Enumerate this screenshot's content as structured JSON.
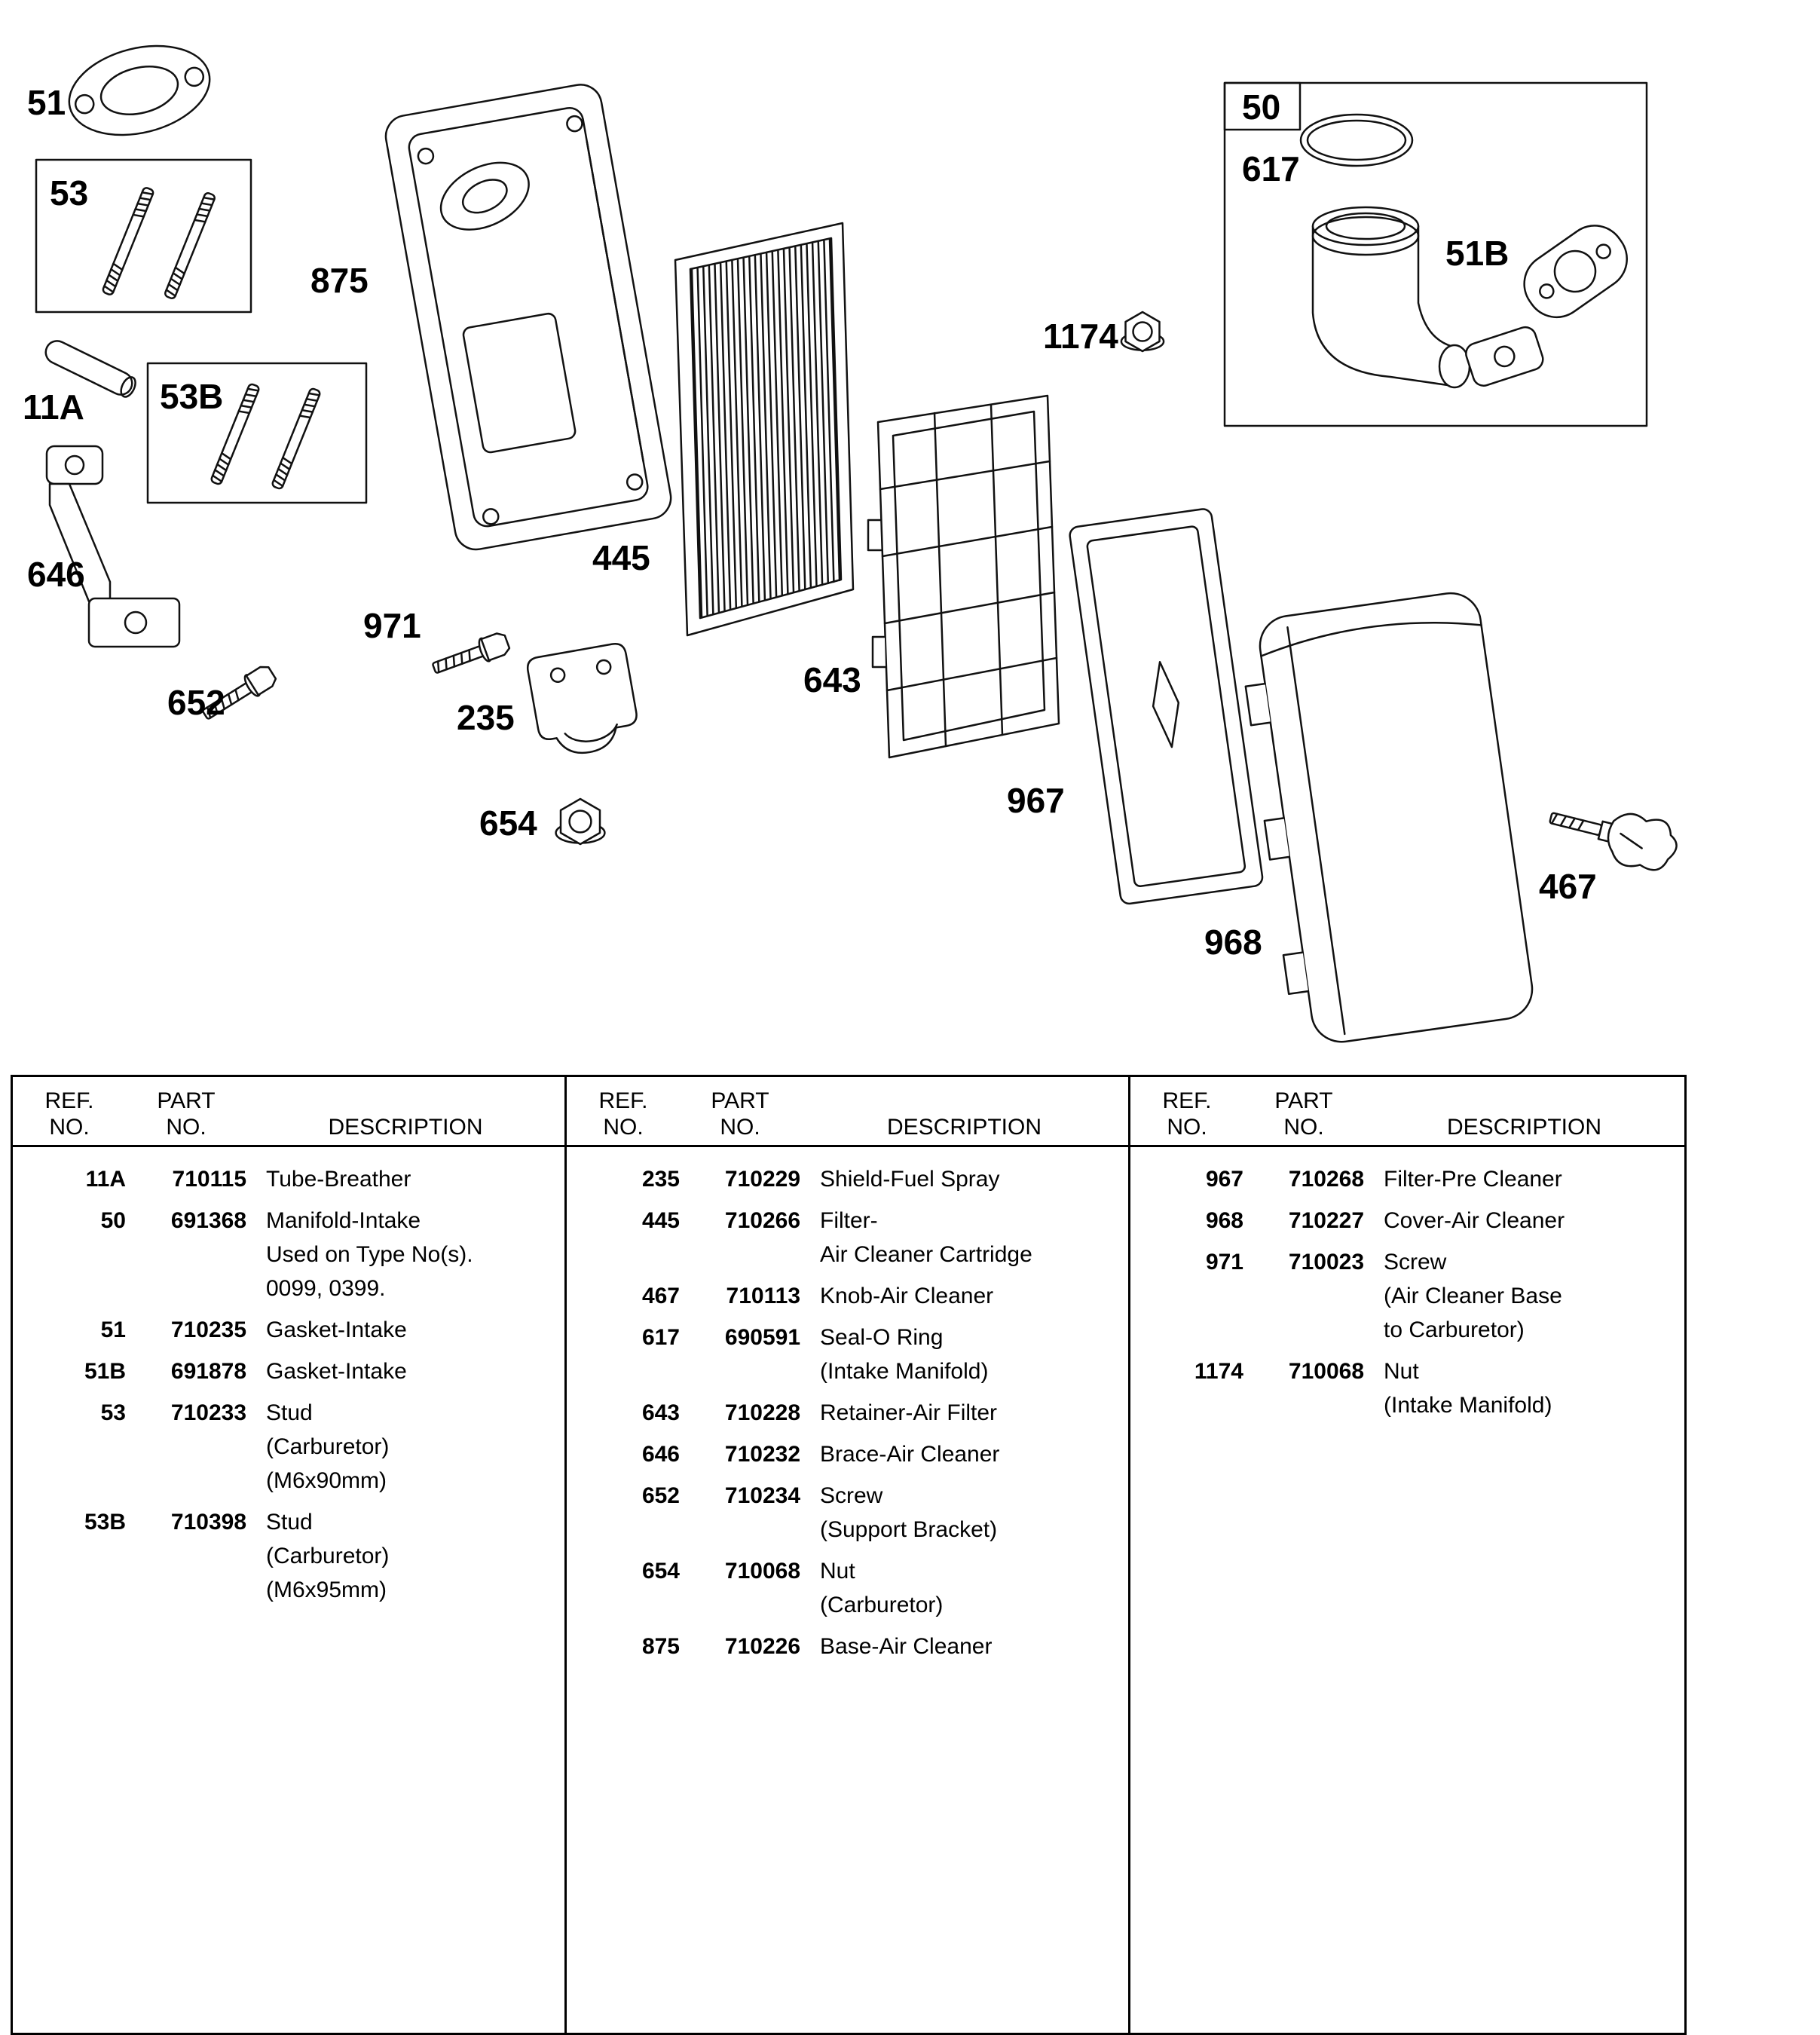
{
  "diagram": {
    "labels": {
      "l51": "51",
      "l53": "53",
      "l875": "875",
      "l11a": "11A",
      "l53b": "53B",
      "l646": "646",
      "l652": "652",
      "l971": "971",
      "l235": "235",
      "l654": "654",
      "l445": "445",
      "l643": "643",
      "l967": "967",
      "l968": "968",
      "l1174": "1174",
      "l50": "50",
      "l617": "617",
      "l51b": "51B",
      "l467": "467"
    }
  },
  "table": {
    "headers": {
      "ref1": "REF.",
      "ref2": "NO.",
      "part1": "PART",
      "part2": "NO.",
      "desc": "DESCRIPTION"
    },
    "columns": [
      {
        "entries": [
          {
            "ref": "11A",
            "part": "710115",
            "desc": [
              "Tube-Breather"
            ]
          },
          {
            "ref": "50",
            "part": "691368",
            "desc": [
              "Manifold-Intake",
              "Used on Type No(s).",
              "0099, 0399."
            ]
          },
          {
            "ref": "51",
            "part": "710235",
            "desc": [
              "Gasket-Intake"
            ]
          },
          {
            "ref": "51B",
            "part": "691878",
            "desc": [
              "Gasket-Intake"
            ]
          },
          {
            "ref": "53",
            "part": "710233",
            "desc": [
              "Stud",
              "(Carburetor)",
              "(M6x90mm)"
            ]
          },
          {
            "ref": "53B",
            "part": "710398",
            "desc": [
              "Stud",
              "(Carburetor)",
              "(M6x95mm)"
            ]
          }
        ]
      },
      {
        "entries": [
          {
            "ref": "235",
            "part": "710229",
            "desc": [
              "Shield-Fuel Spray"
            ]
          },
          {
            "ref": "445",
            "part": "710266",
            "desc": [
              "Filter-",
              "Air Cleaner Cartridge"
            ]
          },
          {
            "ref": "467",
            "part": "710113",
            "desc": [
              "Knob-Air Cleaner"
            ]
          },
          {
            "ref": "617",
            "part": "690591",
            "desc": [
              "Seal-O Ring",
              "(Intake Manifold)"
            ]
          },
          {
            "ref": "643",
            "part": "710228",
            "desc": [
              "Retainer-Air Filter"
            ]
          },
          {
            "ref": "646",
            "part": "710232",
            "desc": [
              "Brace-Air Cleaner"
            ]
          },
          {
            "ref": "652",
            "part": "710234",
            "desc": [
              "Screw",
              "(Support Bracket)"
            ]
          },
          {
            "ref": "654",
            "part": "710068",
            "desc": [
              "Nut",
              "(Carburetor)"
            ]
          },
          {
            "ref": "875",
            "part": "710226",
            "desc": [
              "Base-Air Cleaner"
            ]
          }
        ]
      },
      {
        "entries": [
          {
            "ref": "967",
            "part": "710268",
            "desc": [
              "Filter-Pre Cleaner"
            ]
          },
          {
            "ref": "968",
            "part": "710227",
            "desc": [
              "Cover-Air Cleaner"
            ]
          },
          {
            "ref": "971",
            "part": "710023",
            "desc": [
              "Screw",
              "(Air Cleaner Base",
              "to Carburetor)"
            ]
          },
          {
            "ref": "1174",
            "part": "710068",
            "desc": [
              "Nut",
              "(Intake Manifold)"
            ]
          }
        ]
      }
    ]
  }
}
